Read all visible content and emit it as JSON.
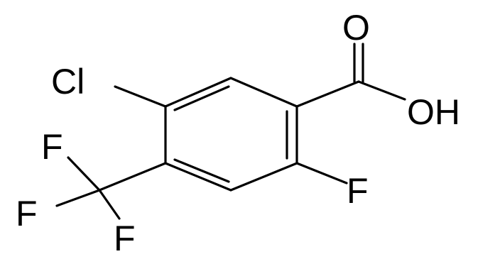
{
  "molecule": {
    "atoms": {
      "chlorine": "Cl",
      "carbonyl_oxygen": "O",
      "hydroxyl": "OH",
      "ring_fluorine": "F",
      "cf3_fluorine_top": "F",
      "cf3_fluorine_left": "F",
      "cf3_fluorine_bottom": "F"
    }
  },
  "colors": {
    "bond": "#000000",
    "label": "#000000",
    "background": "#ffffff"
  }
}
